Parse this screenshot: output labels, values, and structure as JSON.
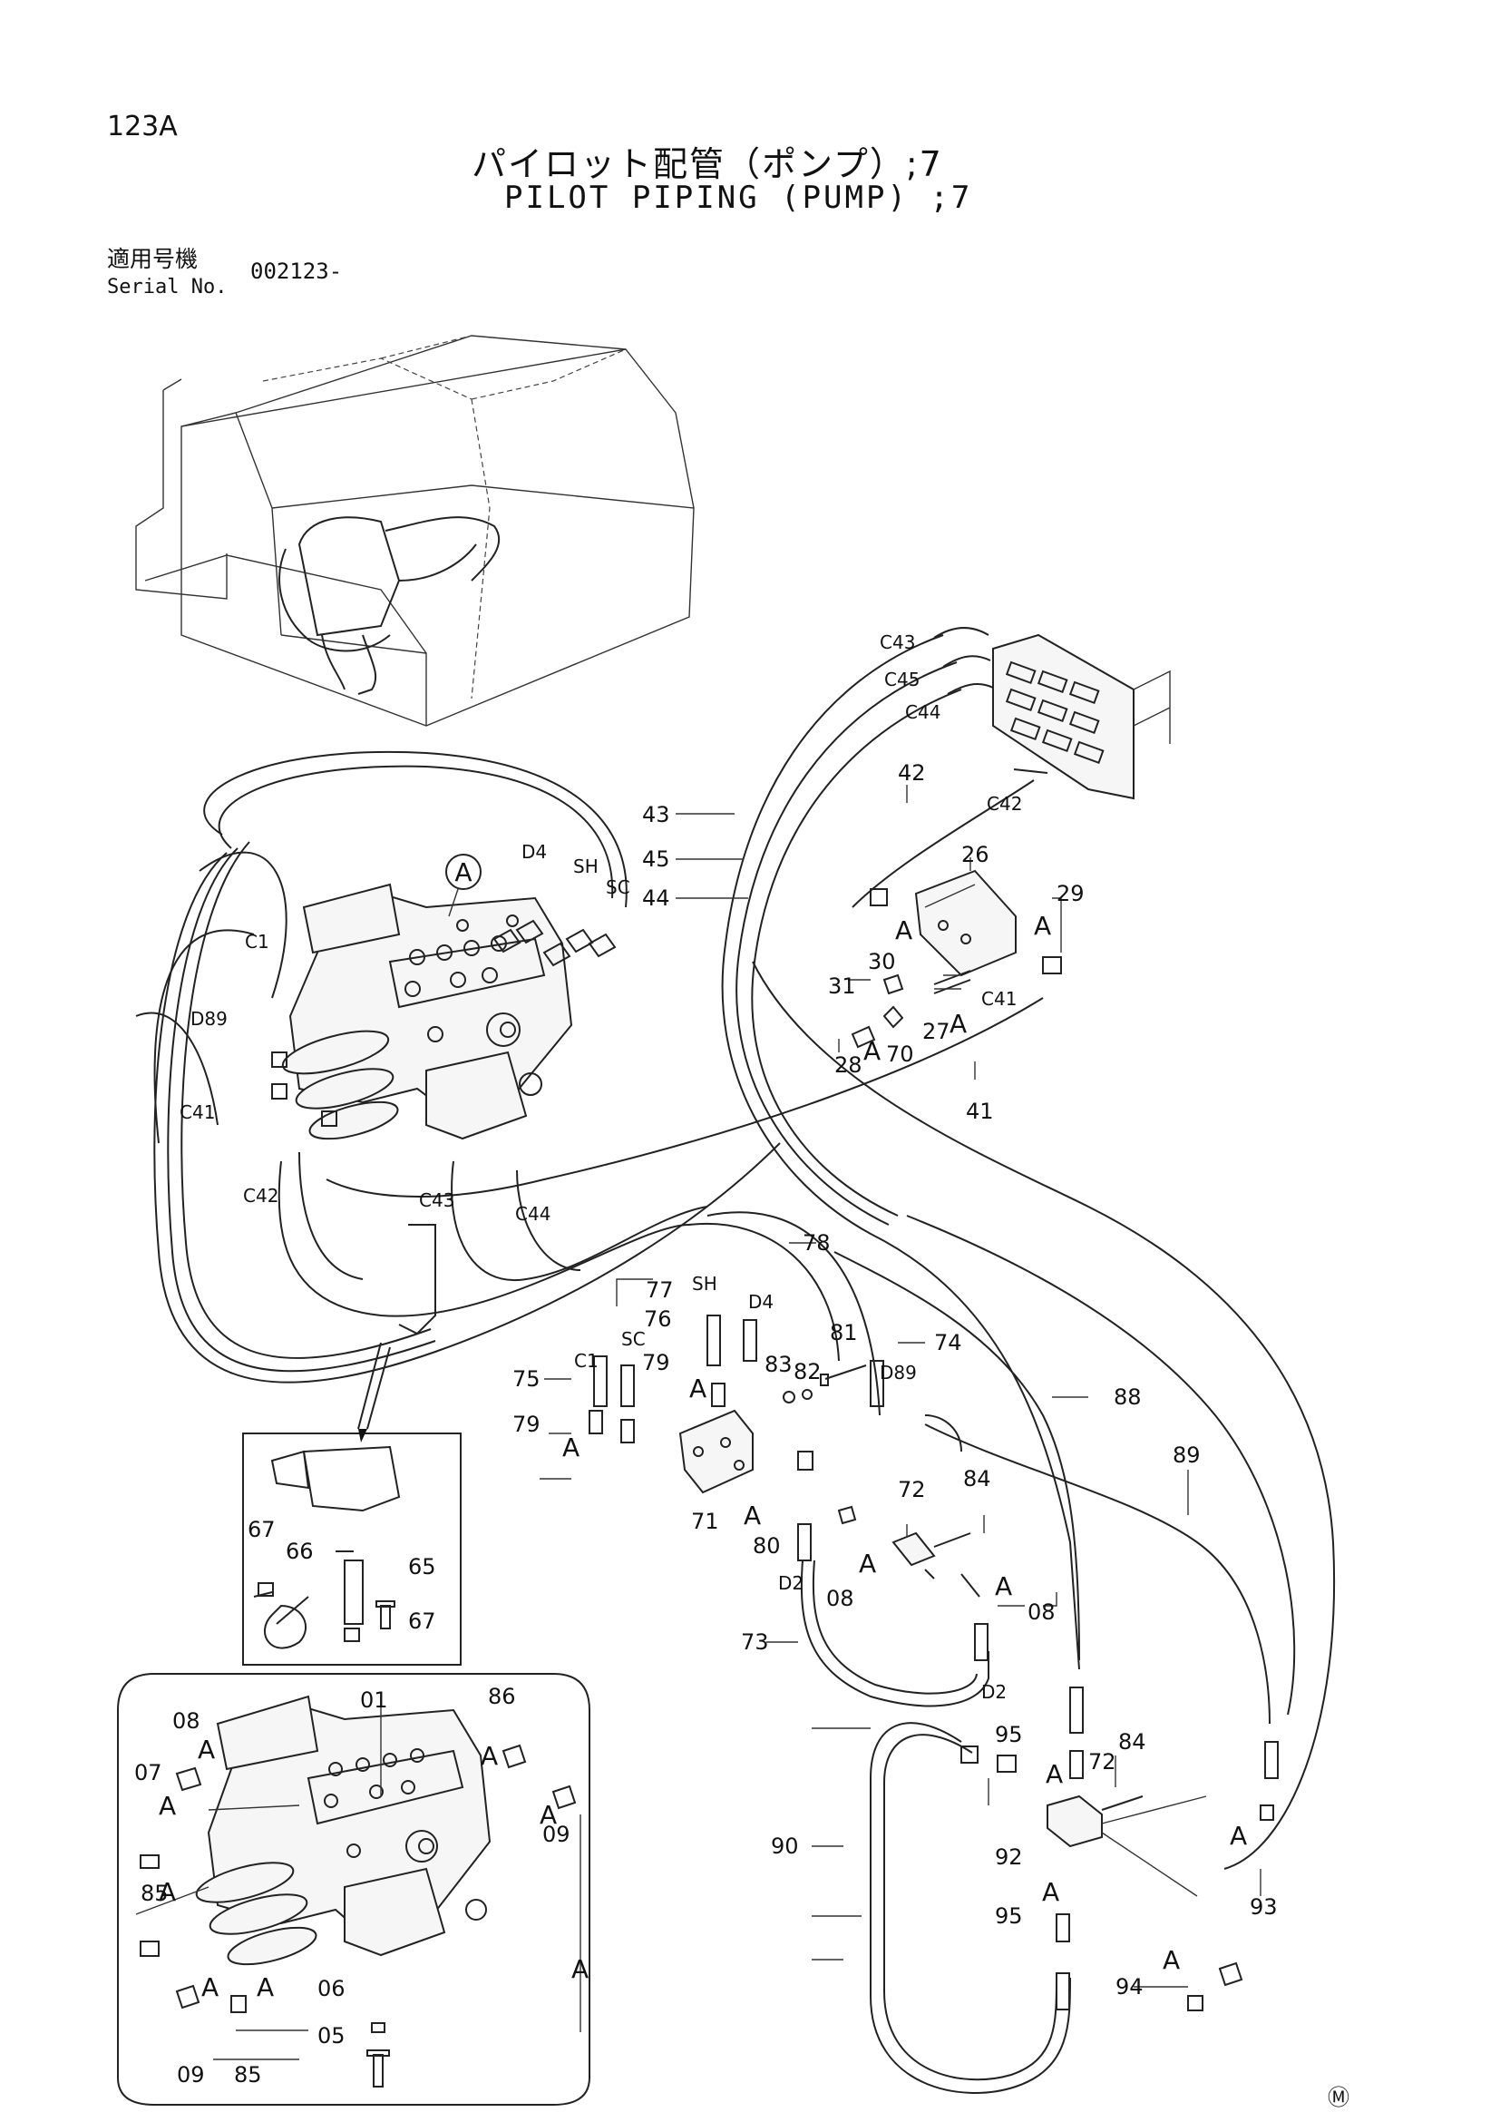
{
  "header": {
    "page_code": "123A",
    "title_ja": "パイロット配管（ポンプ）;7",
    "title_en": "PILOT PIPING (PUMP) ;7",
    "serial_label_ja": "適用号機",
    "serial_label_en": "Serial No.",
    "serial_value": "002123-"
  },
  "detail_callout": "A",
  "footer_mark": "Ⓜ",
  "part_numbers": {
    "p01": "01",
    "p05": "05",
    "p06": "06",
    "p07": "07",
    "p08": "08",
    "p09": "09",
    "p26": "26",
    "p27": "27",
    "p28": "28",
    "p29": "29",
    "p30": "30",
    "p31": "31",
    "p41": "41",
    "p42": "42",
    "p43": "43",
    "p44": "44",
    "p45": "45",
    "p65": "65",
    "p66": "66",
    "p67": "67",
    "p70": "70",
    "p71": "71",
    "p72": "72",
    "p73": "73",
    "p74": "74",
    "p75": "75",
    "p76": "76",
    "p77": "77",
    "p78": "78",
    "p79": "79",
    "p80": "80",
    "p81": "81",
    "p82": "82",
    "p83": "83",
    "p84": "84",
    "p85": "85",
    "p86": "86",
    "p88": "88",
    "p89": "89",
    "p90": "90",
    "p92": "92",
    "p93": "93",
    "p94": "94",
    "p95": "95"
  },
  "port_labels": {
    "C1": "C1",
    "C41": "C41",
    "C42": "C42",
    "C43": "C43",
    "C44": "C44",
    "C45": "C45",
    "D2": "D2",
    "D4": "D4",
    "D89": "D89",
    "SH": "SH",
    "SC": "SC"
  }
}
